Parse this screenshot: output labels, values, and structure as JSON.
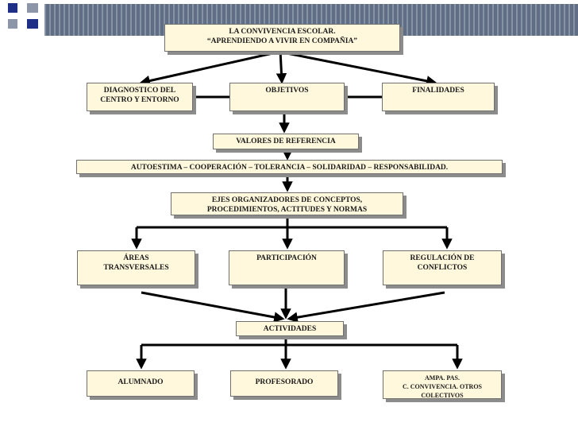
{
  "slide": {
    "decoration": {
      "bar_color": "#5f6e85",
      "square_colors": [
        "#1f2f86",
        "#8c96a8",
        "#8c96a8",
        "#1f2f86"
      ]
    }
  },
  "diagram": {
    "box_fill": "#fff8dc",
    "shadow_color": "#8c8c8c",
    "arrow_color": "#000000",
    "title": {
      "line1": "LA CONVIVENCIA ESCOLAR.",
      "line2": "“APRENDIENDO A VIVIR EN COMPAÑIA”"
    },
    "diagnostico": {
      "line1": "DIAGNOSTICO DEL",
      "line2": "CENTRO Y ENTORNO"
    },
    "objetivos": "OBJETIVOS",
    "finalidades": "FINALIDADES",
    "valores": "VALORES DE REFERENCIA",
    "valores_list": "AUTOESTIMA – COOPERACIÓN – TOLERANCIA – SOLIDARIDAD – RESPONSABILIDAD.",
    "ejes": {
      "line1": "EJES ORGANIZADORES DE CONCEPTOS,",
      "line2": "PROCEDIMIENTOS, ACTITUDES Y NORMAS"
    },
    "areas": {
      "line1": "ÁREAS",
      "line2": "TRANSVERSALES"
    },
    "participacion": "PARTICIPACIÓN",
    "regulacion": {
      "line1": "REGULACIÓN DE",
      "line2": "CONFLICTOS"
    },
    "actividades": "ACTIVIDADES",
    "alumnado": "ALUMNADO",
    "profesorado": "PROFESORADO",
    "ampa": {
      "line1": "AMPA. PAS.",
      "line2": "C. CONVIVENCIA. OTROS",
      "line3": "COLECTIVOS"
    }
  }
}
